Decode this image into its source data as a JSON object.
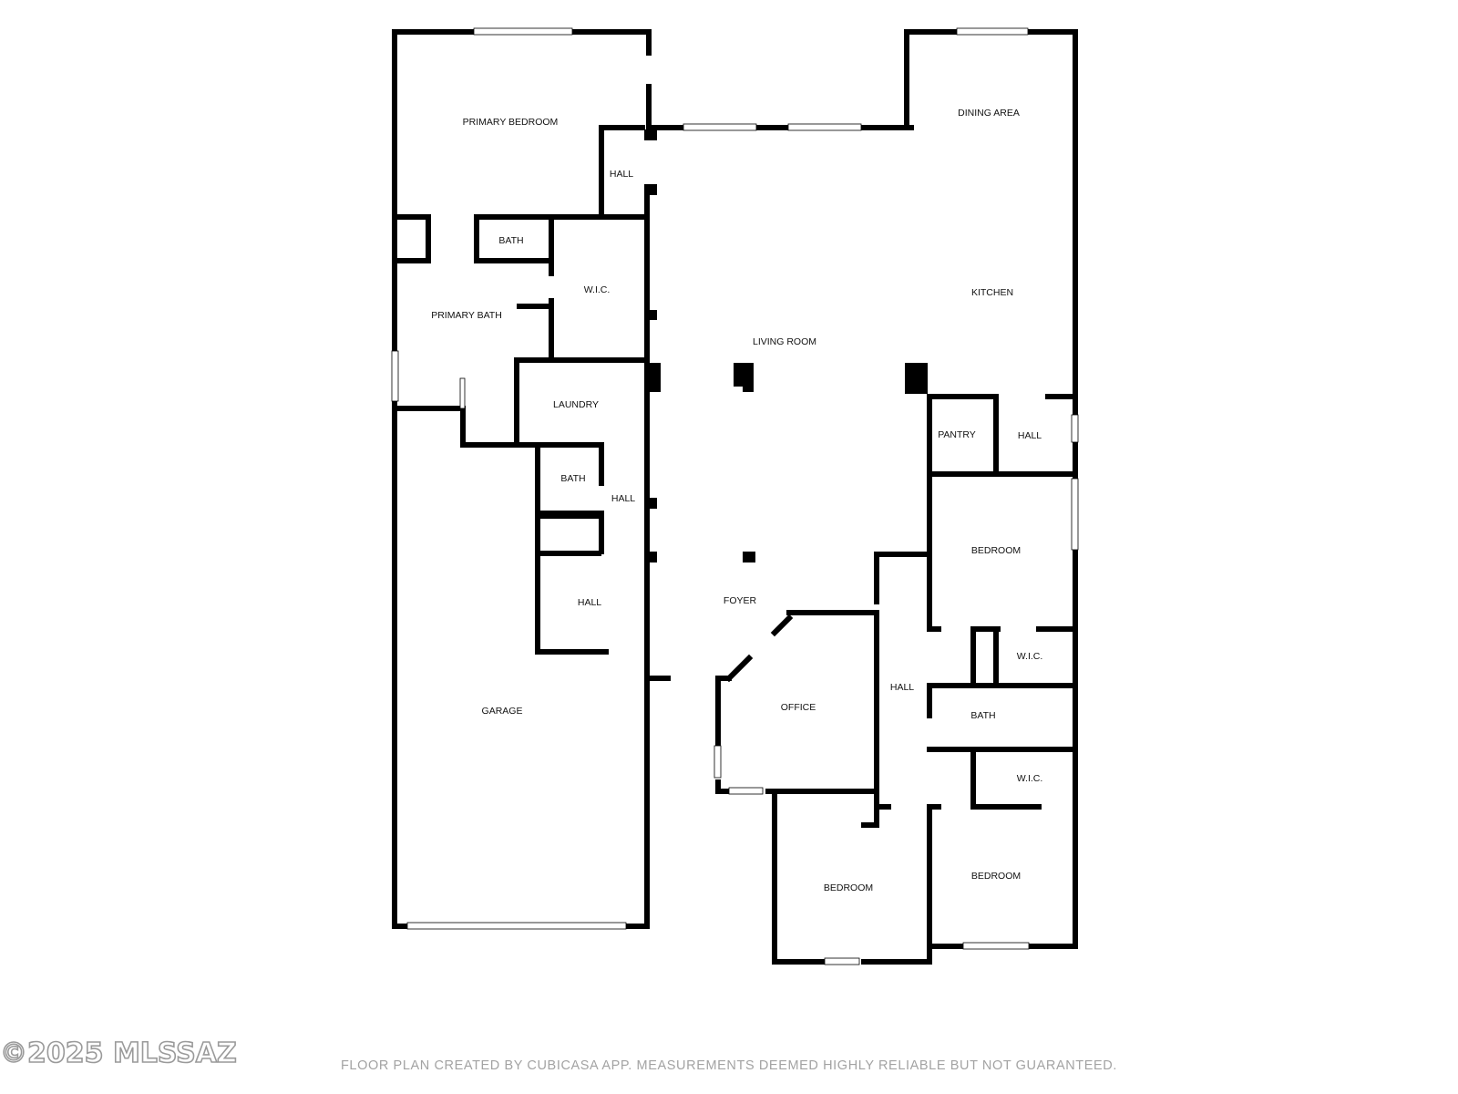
{
  "rooms": {
    "primary_bedroom": "PRIMARY BEDROOM",
    "hall_primary": "HALL",
    "dining_area": "DINING AREA",
    "bath_primary": "BATH",
    "wic_primary": "W.I.C.",
    "primary_bath": "PRIMARY BATH",
    "kitchen": "KITCHEN",
    "living_room": "LIVING ROOM",
    "laundry": "LAUNDRY",
    "pantry": "PANTRY",
    "hall_pantry": "HALL",
    "bath_hall": "BATH",
    "hall_mid": "HALL",
    "bedroom_east": "BEDROOM",
    "hall_garage": "HALL",
    "foyer": "FOYER",
    "wic_east": "W.I.C.",
    "hall_east": "HALL",
    "garage": "GARAGE",
    "office": "OFFICE",
    "bath_east": "BATH",
    "wic_south": "W.I.C.",
    "bedroom_south": "BEDROOM",
    "bedroom_southeast": "BEDROOM"
  },
  "footer": {
    "watermark": "©2025 MLSSAZ",
    "disclaimer": "FLOOR PLAN CREATED BY CUBICASA APP. MEASUREMENTS DEEMED HIGHLY RELIABLE BUT NOT GUARANTEED."
  },
  "colors": {
    "wall": "#000000",
    "window": "#ffffff",
    "text": "#111111",
    "footer_text": "#a3a3a3"
  }
}
